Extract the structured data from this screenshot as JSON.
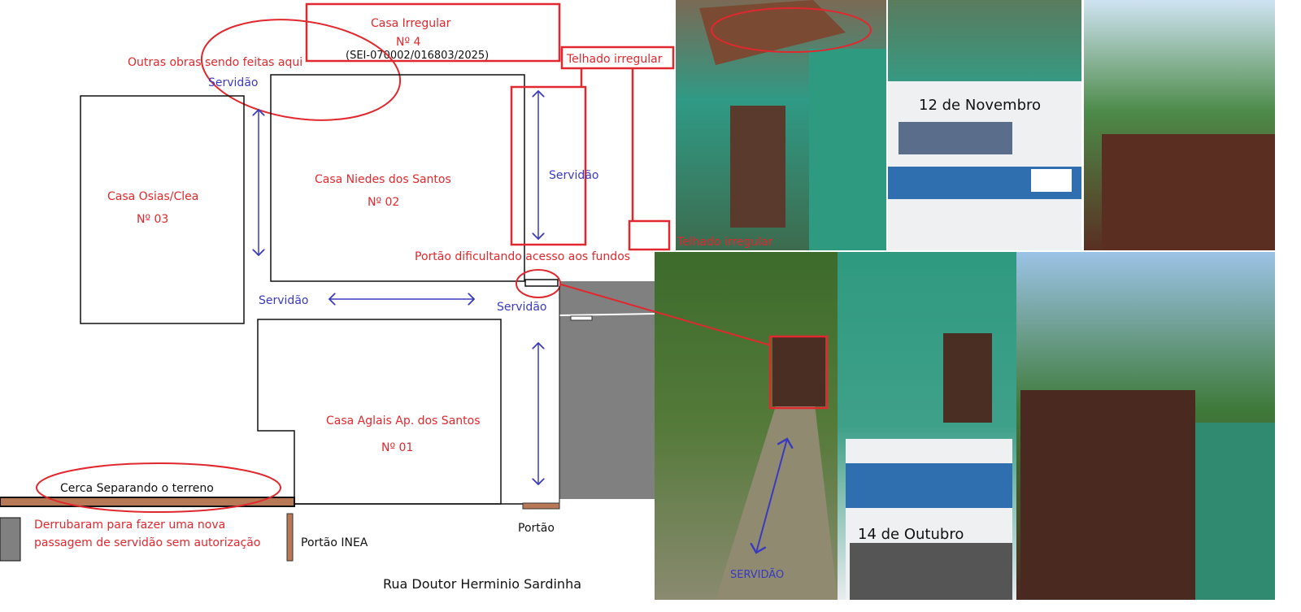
{
  "diagram": {
    "casa_irregular": {
      "title": "Casa Irregular",
      "number": "Nº 4",
      "process": "(SEI-070002/016803/2025)"
    },
    "outras_obras": "Outras obras sendo feitas aqui",
    "servidao": "Servidão",
    "casa_osias": {
      "title": "Casa Osias/Clea",
      "number": "Nº 03"
    },
    "casa_niedes": {
      "title": "Casa Niedes dos Santos",
      "number": "Nº 02"
    },
    "casa_aglais": {
      "title": "Casa Aglais Ap. dos Santos",
      "number": "Nº 01"
    },
    "telhado_irregular": "Telhado irregular",
    "portao_dificultando": "Portão dificultando acesso aos fundos",
    "cerca": "Cerca Separando o terreno",
    "derrubaram_1": "Derrubaram para fazer uma nova",
    "derrubaram_2": "passagem de servidão sem autorização",
    "portao_inea": "Portão INEA",
    "portao": "Portão",
    "rua": "Rua Doutor Herminio Sardinha"
  },
  "photos": {
    "date_nov": "12 de Novembro",
    "date_oct": "14 de Outubro",
    "servidao_caps": "SERVIDÃO"
  },
  "colors": {
    "red": "#e0282e",
    "blue": "#3a3ac0",
    "brown": "#b87a56",
    "gray": "#808080"
  }
}
